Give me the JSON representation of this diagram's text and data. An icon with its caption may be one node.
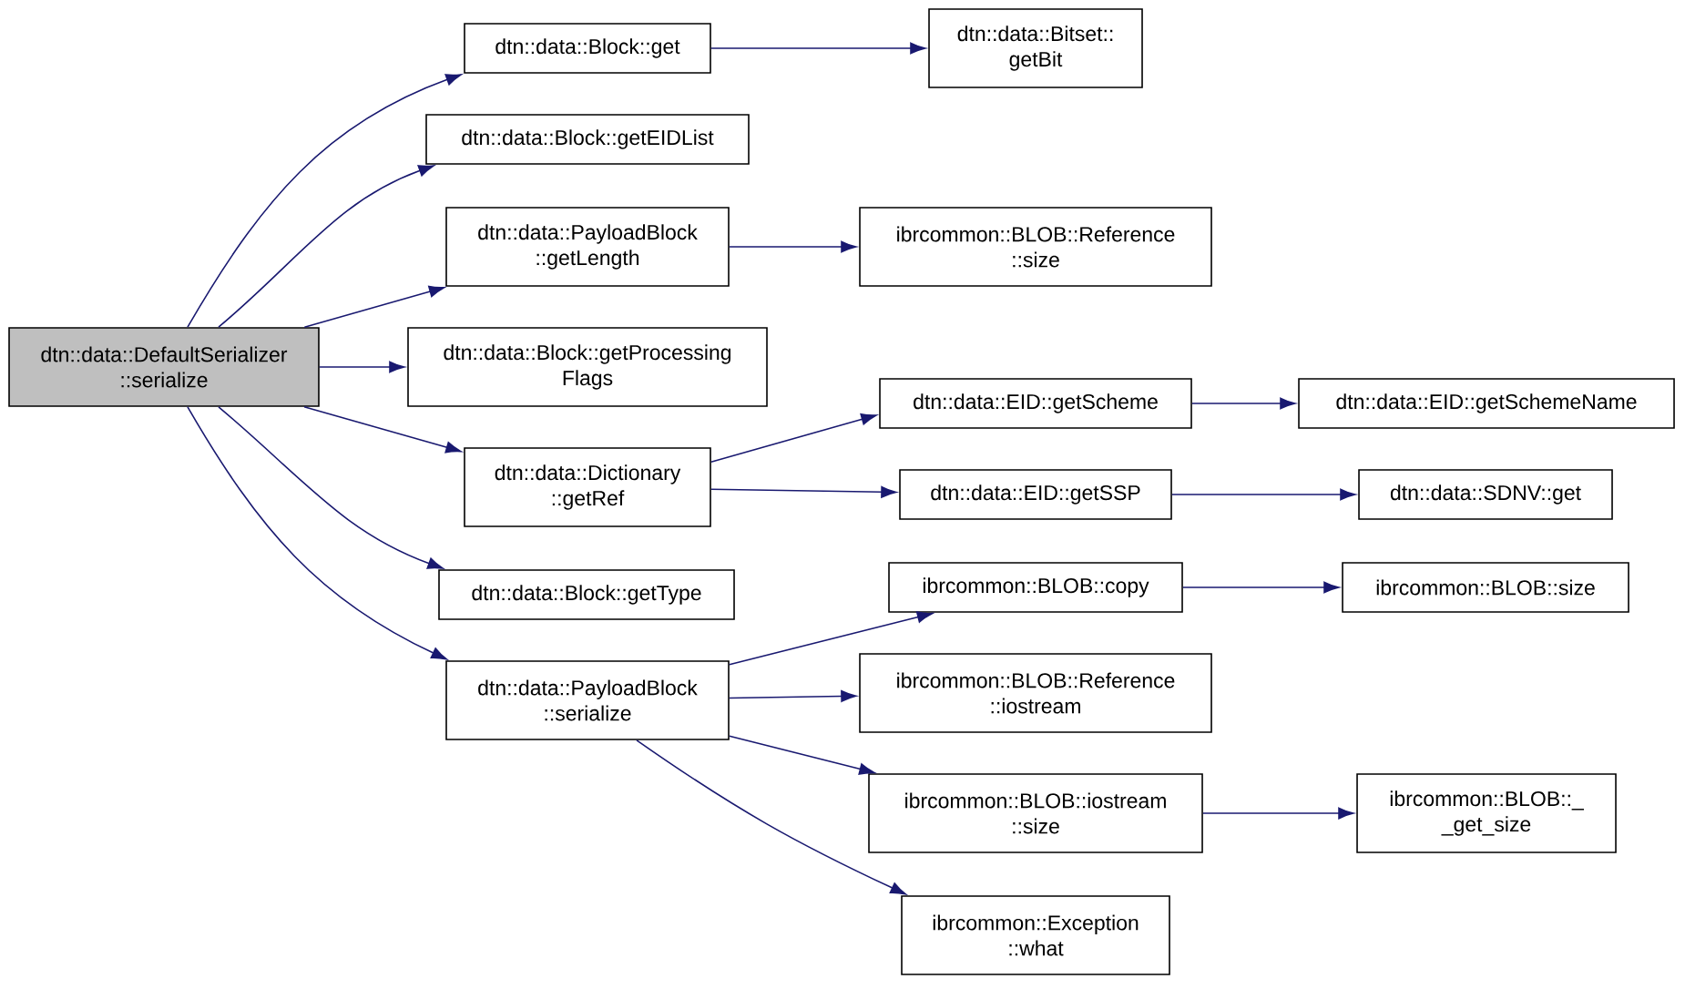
{
  "diagram": {
    "nodes": [
      {
        "text": [
          "dtn::data::DefaultSerializer ::serialize"
        ]
      },
      {
        "text": [
          "dtn::data::Block::get"
        ]
      },
      {
        "text": [
          "dtn::data::Block::getEIDList"
        ]
      },
      {
        "text": [
          "dtn::data::PayloadBlock ::getLength"
        ]
      },
      {
        "text": [
          "dtn::data::Block::getProcessing Flags"
        ]
      },
      {
        "text": [
          "dtn::data::Dictionary ::getRef"
        ]
      },
      {
        "text": [
          "dtn::data::Block::getType"
        ]
      },
      {
        "text": [
          "dtn::data::PayloadBlock ::serialize"
        ]
      },
      {
        "text": [
          "dtn::data::Bitset:: getBit"
        ]
      },
      {
        "text": [
          "ibrcommon::BLOB::Reference ::size"
        ]
      },
      {
        "text": [
          "dtn::data::EID::getScheme"
        ]
      },
      {
        "text": [
          "dtn::data::EID::getSSP"
        ]
      },
      {
        "text": [
          "ibrcommon::BLOB::copy"
        ]
      },
      {
        "text": [
          "ibrcommon::BLOB::Reference ::iostream"
        ]
      },
      {
        "text": [
          "ibrcommon::BLOB::iostream ::size"
        ]
      },
      {
        "text": [
          "ibrcommon::Exception ::what"
        ]
      },
      {
        "text": [
          "dtn::data::EID::getSchemeName"
        ]
      },
      {
        "text": [
          "dtn::data::SDNV::get"
        ]
      },
      {
        "text": [
          "ibrcommon::BLOB::size"
        ]
      },
      {
        "text": [
          "ibrcommon::BLOB::_ _get_size"
        ]
      }
    ],
    "edges": [
      {
        "from": 0,
        "to": 1,
        "arrow": "to"
      },
      {
        "from": 0,
        "to": 2,
        "arrow": "to"
      },
      {
        "from": 0,
        "to": 3,
        "arrow": "to"
      },
      {
        "from": 0,
        "to": 4,
        "arrow": "to"
      },
      {
        "from": 0,
        "to": 5,
        "arrow": "to"
      },
      {
        "from": 0,
        "to": 6,
        "arrow": "to"
      },
      {
        "from": 0,
        "to": 7,
        "arrow": "to"
      },
      {
        "from": 1,
        "to": 8,
        "arrow": "to"
      },
      {
        "from": 3,
        "to": 9,
        "arrow": "to"
      },
      {
        "from": 5,
        "to": 10,
        "arrow": "to"
      },
      {
        "from": 5,
        "to": 11,
        "arrow": "to"
      },
      {
        "from": 7,
        "to": 12,
        "arrow": "to"
      },
      {
        "from": 7,
        "to": 13,
        "arrow": "to"
      },
      {
        "from": 7,
        "to": 14,
        "arrow": "to"
      },
      {
        "from": 7,
        "to": 15,
        "arrow": "to"
      },
      {
        "from": 10,
        "to": 16,
        "arrow": "to"
      },
      {
        "from": 11,
        "to": 17,
        "arrow": "to"
      },
      {
        "from": 12,
        "to": 18,
        "arrow": "to"
      },
      {
        "from": 14,
        "to": 19,
        "arrow": "to"
      }
    ]
  }
}
